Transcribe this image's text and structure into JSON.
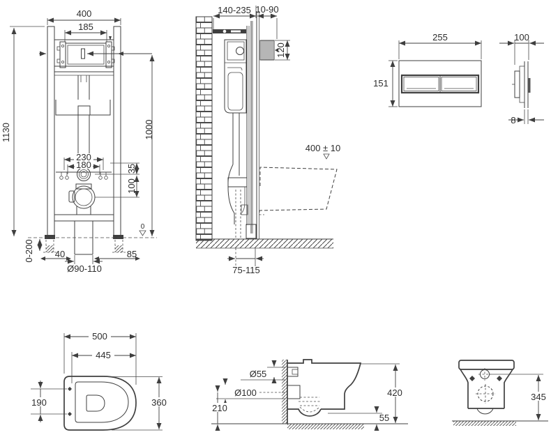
{
  "page": {
    "background": "#ffffff",
    "line_color": "#3f3f3f",
    "text_color": "#2d2d2d",
    "description": "Installation drawing: wall-hung WC concealed cistern frame, flush plate and pan"
  },
  "views": {
    "frame_front": {
      "overall_width": "400",
      "cistern_width": "185",
      "overall_height": "1130",
      "actuator_height": "1000",
      "fixing_centers_outer": "230",
      "fixing_centers_inner": "180",
      "offset_top": "35",
      "offset_outlet": "100",
      "leg_adjust": "0-200",
      "foot_offset_left": "40",
      "foot_offset_right": "85",
      "drain_diameter": "Ø90-110",
      "datum_zero": "0"
    },
    "frame_side": {
      "frame_depth": "140-235",
      "wall_finish": "10-90",
      "inlet_length": "120",
      "pan_top_level": "400 ± 10",
      "outlet_distance": "75-115"
    },
    "flush_plate": {
      "width": "255",
      "height": "151",
      "depth": "100",
      "thickness": "8"
    },
    "pan_top": {
      "length": "500",
      "hole_distance": "445",
      "hole_spacing": "190",
      "width": "360"
    },
    "pan_side": {
      "inlet_diameter": "Ø55",
      "outlet_diameter": "Ø100",
      "outlet_height": "210",
      "overall_height": "420",
      "rim_clearance": "55"
    },
    "pan_front": {
      "fixing_height": "345"
    }
  }
}
